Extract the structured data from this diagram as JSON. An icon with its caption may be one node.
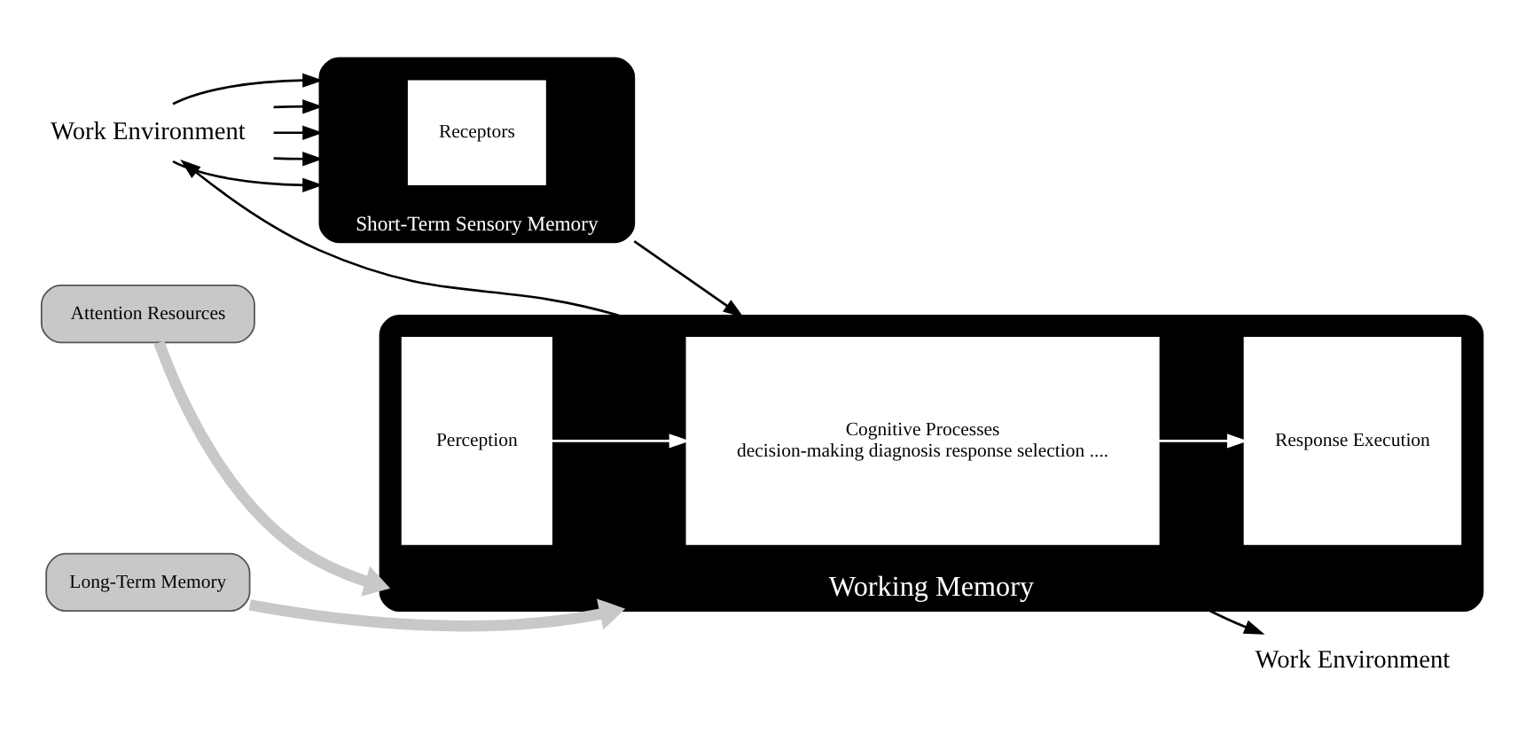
{
  "diagram": {
    "nodes": [
      {
        "text": [
          "Work Environment"
        ]
      },
      {
        "text": [
          "Short-Term Sensory Memory"
        ]
      },
      {
        "text": [
          "Receptors"
        ],
        "in": 1
      },
      {
        "text": [
          "Working Memory"
        ]
      },
      {
        "text": [
          "Perception"
        ],
        "in": 3
      },
      {
        "text": [
          "Cognitive Processes",
          "decision-making diagnosis response selection ...."
        ],
        "in": 3
      },
      {
        "text": [
          "Response Execution"
        ],
        "in": 3
      },
      {
        "text": [
          "Attention Resources"
        ]
      },
      {
        "text": [
          "Long-Term Memory"
        ]
      },
      {
        "text": [
          "Work Environment"
        ]
      }
    ],
    "edges": [
      {
        "from": 0,
        "to": 1,
        "arrow": "to"
      },
      {
        "from": 0,
        "to": 1,
        "arrow": "to"
      },
      {
        "from": 0,
        "to": 1,
        "arrow": "to"
      },
      {
        "from": 0,
        "to": 1,
        "arrow": "to"
      },
      {
        "from": 0,
        "to": 1,
        "arrow": "to"
      },
      {
        "from": 1,
        "to": 3,
        "arrow": "to"
      },
      {
        "from": 4,
        "to": 5,
        "arrow": "to",
        "color": "#ffffff"
      },
      {
        "from": 5,
        "to": 6,
        "arrow": "to",
        "color": "#ffffff"
      },
      {
        "from": 7,
        "to": 3,
        "arrow": "to",
        "style": "thick",
        "color": "#c8c8c8"
      },
      {
        "from": 8,
        "to": 3,
        "arrow": "to",
        "style": "thick",
        "color": "#c8c8c8"
      },
      {
        "from": 3,
        "to": 9,
        "arrow": "to"
      },
      {
        "from": 3,
        "to": 0,
        "arrow": "to"
      }
    ]
  }
}
